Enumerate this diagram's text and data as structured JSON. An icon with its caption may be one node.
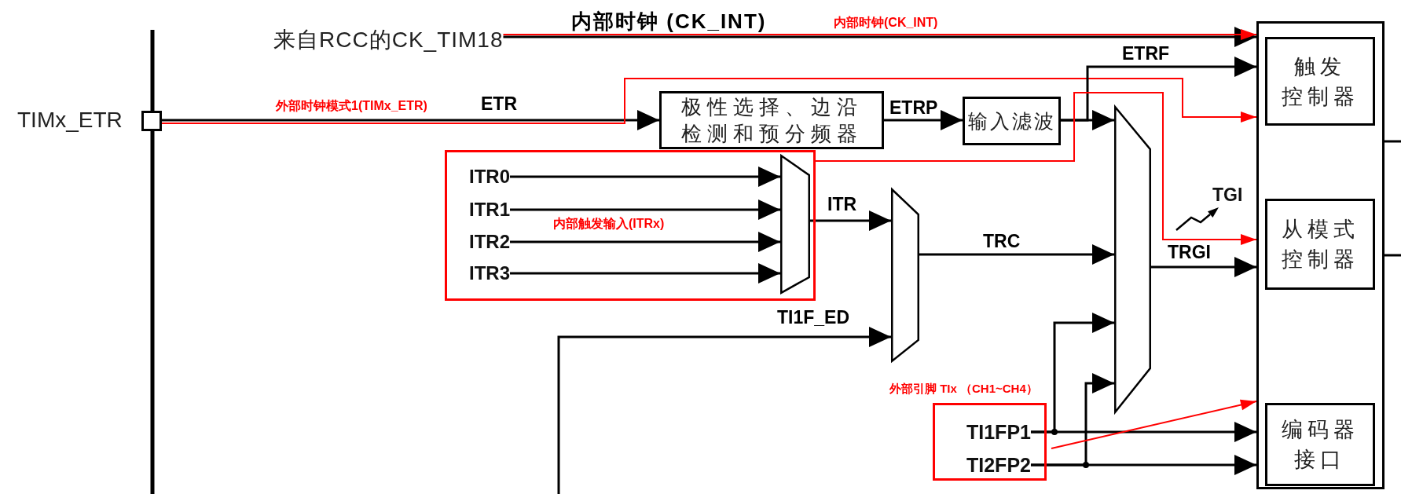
{
  "diagram": {
    "nodes": [
      {
        "text": [
          "来自RCC的CK_TIM18"
        ]
      },
      {
        "text": [],
        "shape": "box",
        "beside": [
          "TIMx_ETR"
        ]
      },
      {
        "text": [
          "极性选择、边沿检测和预分频器"
        ]
      },
      {
        "text": [
          "输入滤波"
        ]
      },
      {
        "text": [
          "内部触发输入(ITRx)"
        ]
      },
      {
        "text": [
          "ITR0"
        ],
        "in": 4
      },
      {
        "text": [
          "ITR1"
        ],
        "in": 4
      },
      {
        "text": [
          "ITR2"
        ],
        "in": 4
      },
      {
        "text": [
          "ITR3"
        ],
        "in": 4
      },
      {
        "text": [],
        "shape": "trapezoid",
        "in": 4
      },
      {
        "text": [],
        "shape": "trapezoid"
      },
      {
        "text": [],
        "shape": "trapezoid"
      },
      {
        "text": [
          "外部引脚 TIx （CH1~CH4）"
        ]
      },
      {
        "text": [
          "TI1FP1"
        ],
        "in": 12
      },
      {
        "text": [
          "TI2FP2"
        ],
        "in": 12
      },
      {
        "text": [],
        "shape": "box"
      },
      {
        "text": [
          "触发控制器"
        ],
        "in": 15
      },
      {
        "text": [
          "从模式控制器"
        ],
        "in": 15
      },
      {
        "text": [
          "编码器接口"
        ],
        "in": 15
      }
    ],
    "edges": [
      {
        "from": 0,
        "to": 15,
        "arrow": "to",
        "label": "内部时钟 (CK_INT)"
      },
      {
        "from": 0,
        "to": 15,
        "arrow": "to",
        "label": "内部时钟(CK_INT)",
        "color": "#ff0000"
      },
      {
        "from": 1,
        "to": 2,
        "arrow": "to",
        "label": "ETR"
      },
      {
        "from": 1,
        "to": 15,
        "arrow": "to",
        "label": "外部时钟模式1(TIMx_ETR)",
        "color": "#ff0000"
      },
      {
        "from": 2,
        "to": 3,
        "arrow": "to",
        "label": "ETRP"
      },
      {
        "from": 3,
        "to": 15,
        "arrow": "to",
        "label": "ETRF"
      },
      {
        "from": 3,
        "to": 11,
        "arrow": "to"
      },
      {
        "from": 5,
        "to": 9,
        "arrow": "to"
      },
      {
        "from": 6,
        "to": 9,
        "arrow": "to"
      },
      {
        "from": 7,
        "to": 9,
        "arrow": "to"
      },
      {
        "from": 8,
        "to": 9,
        "arrow": "to"
      },
      {
        "from": 9,
        "to": 10,
        "arrow": "to",
        "label": "ITR"
      },
      {
        "from": null,
        "to": 10,
        "arrow": "to",
        "label": "TI1F_ED"
      },
      {
        "from": 4,
        "to": 15,
        "arrow": "to",
        "color": "#ff0000"
      },
      {
        "from": 10,
        "to": 11,
        "arrow": "to",
        "label": "TRC"
      },
      {
        "from": 11,
        "to": 15,
        "arrow": "to",
        "label": "TRGI"
      },
      {
        "from": 13,
        "to": 15,
        "arrow": "to"
      },
      {
        "from": 13,
        "to": 11,
        "arrow": "to"
      },
      {
        "from": 14,
        "to": 15,
        "arrow": "to"
      },
      {
        "from": 14,
        "to": 11,
        "arrow": "to"
      },
      {
        "from": 12,
        "to": 15,
        "arrow": "to",
        "color": "#ff0000"
      },
      {
        "from": 15,
        "to": null,
        "arrow": "none"
      },
      {
        "from": 15,
        "to": null,
        "arrow": "none"
      }
    ],
    "labels": [
      "TGI"
    ]
  }
}
